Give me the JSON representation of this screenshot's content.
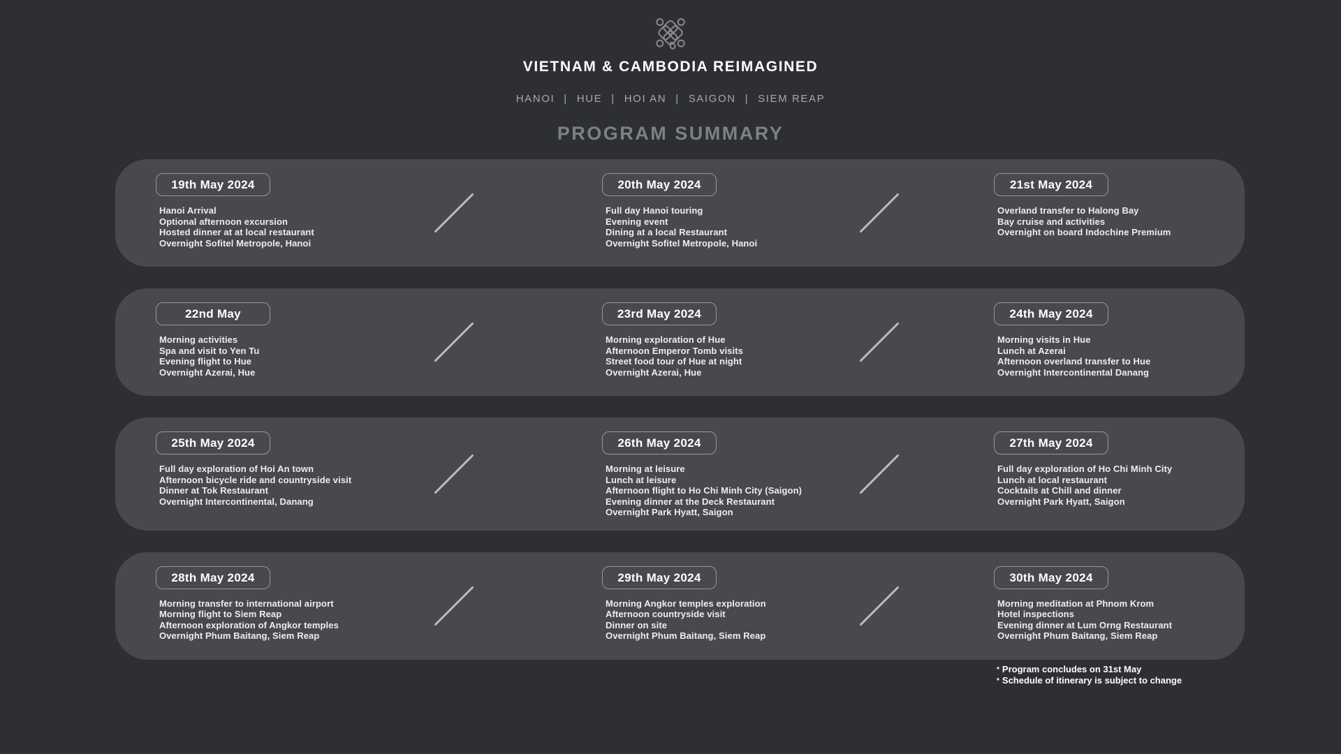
{
  "header": {
    "logo": "endless-knot-icon",
    "title": "VIETNAM & CAMBODIA REIMAGINED",
    "destinations": [
      "HANOI",
      "HUE",
      "HOI AN",
      "SAIGON",
      "SIEM REAP"
    ],
    "destination_separator": "|",
    "section_title": "PROGRAM SUMMARY"
  },
  "rows": [
    {
      "days": [
        {
          "date": "19th May 2024",
          "items": [
            "Hanoi Arrival",
            "Optional afternoon excursion",
            "Hosted dinner at at local restaurant",
            "Overnight Sofitel Metropole, Hanoi"
          ]
        },
        {
          "date": "20th May 2024",
          "items": [
            "Full day Hanoi touring",
            "Evening event",
            "Dining at a local Restaurant",
            "Overnight Sofitel Metropole, Hanoi"
          ]
        },
        {
          "date": "21st May 2024",
          "items": [
            "Overland transfer to Halong Bay",
            "Bay cruise and activities",
            "Overnight on board Indochine Premium"
          ]
        }
      ]
    },
    {
      "days": [
        {
          "date": "22nd May",
          "items": [
            "Morning activities",
            "Spa and visit to Yen Tu",
            "Evening flight to Hue",
            "Overnight Azerai, Hue"
          ]
        },
        {
          "date": "23rd May 2024",
          "items": [
            "Morning exploration of Hue",
            "Afternoon Emperor Tomb visits",
            "Street food tour of Hue at night",
            "Overnight Azerai, Hue"
          ]
        },
        {
          "date": "24th May 2024",
          "items": [
            "Morning visits in Hue",
            "Lunch at Azerai",
            "Afternoon overland transfer to Hue",
            "Overnight Intercontinental Danang"
          ]
        }
      ]
    },
    {
      "days": [
        {
          "date": "25th May 2024",
          "items": [
            "Full day exploration of Hoi An town",
            "Afternoon bicycle ride and countryside visit",
            "Dinner at Tok Restaurant",
            "Overnight Intercontinental, Danang"
          ]
        },
        {
          "date": "26th May 2024",
          "items": [
            "Morning at leisure",
            "Lunch at leisure",
            "Afternoon flight to Ho Chi Minh City (Saigon)",
            "Evening dinner at the Deck Restaurant",
            "Overnight Park Hyatt, Saigon"
          ]
        },
        {
          "date": "27th May 2024",
          "items": [
            "Full day exploration of Ho Chi Minh City",
            "Lunch at local restaurant",
            "Cocktails at Chill and dinner",
            "Overnight Park Hyatt, Saigon"
          ]
        }
      ]
    },
    {
      "days": [
        {
          "date": "28th May 2024",
          "items": [
            "Morning transfer to international airport",
            "Morning flight to Siem Reap",
            "Afternoon exploration of Angkor temples",
            "Overnight Phum Baitang, Siem Reap"
          ]
        },
        {
          "date": "29th May 2024",
          "items": [
            "Morning Angkor temples exploration",
            "Afternoon countryside visit",
            "Dinner on site",
            "Overnight Phum Baitang, Siem Reap"
          ]
        },
        {
          "date": "30th May 2024",
          "items": [
            "Morning meditation at Phnom Krom",
            "Hotel inspections",
            "Evening dinner at Lum Orng Restaurant",
            "Overnight Phum Baitang, Siem Reap"
          ]
        }
      ]
    }
  ],
  "footnotes": [
    {
      "marker": "*",
      "text": "Program concludes on 31st May"
    },
    {
      "marker": "*",
      "text": "Schedule of itinerary is subject to change"
    }
  ],
  "colors": {
    "background": "#2d2f33",
    "card": "#47494d",
    "badge_border": "#95979a",
    "text_primary": "#ffffff",
    "text_items": "#ecedee",
    "nav_text": "#a7a9ac",
    "section_title": "#7e8184",
    "slash": "#babbbd",
    "logo": "#898b8e"
  }
}
